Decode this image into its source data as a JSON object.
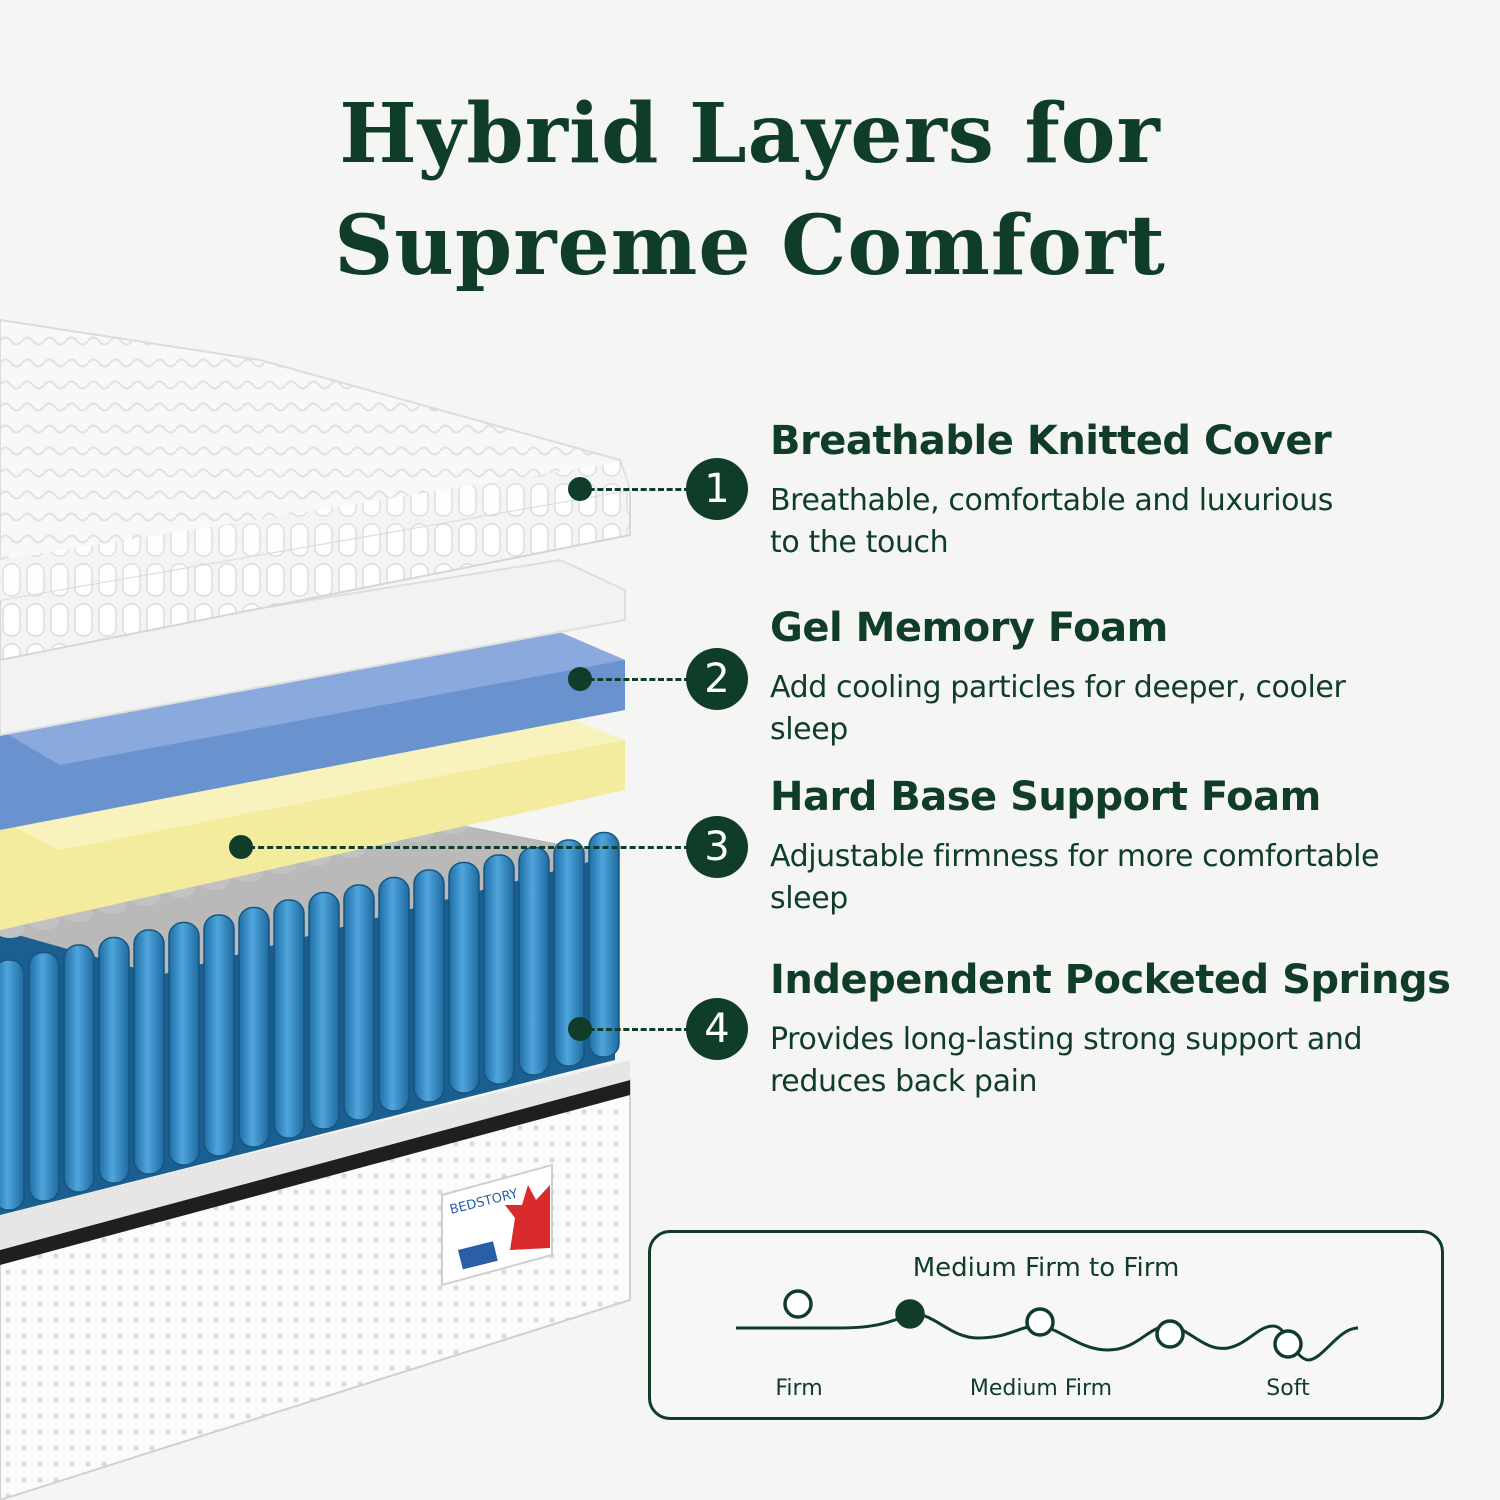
{
  "header": {
    "title_line1": "Hybrid Layers for",
    "title_line2": "Supreme Comfort"
  },
  "product": {
    "brand_label": "BEDSTORY"
  },
  "layers": [
    {
      "number": "1",
      "title": "Breathable Knitted Cover",
      "description": "Breathable, comfortable and luxurious to the touch"
    },
    {
      "number": "2",
      "title": "Gel Memory Foam",
      "description": "Add cooling particles for deeper, cooler sleep"
    },
    {
      "number": "3",
      "title": "Hard Base Support Foam",
      "description": "Adjustable firmness for more comfortable sleep"
    },
    {
      "number": "4",
      "title": "Independent Pocketed Springs",
      "description": "Provides long-lasting strong support and reduces back pain"
    }
  ],
  "firmness": {
    "title": "Medium Firm to Firm",
    "labels": {
      "firm": "Firm",
      "medium_firm": "Medium Firm",
      "soft": "Soft"
    },
    "scale_points": 5,
    "selected_point": 2
  },
  "colors": {
    "brand_green": "#0f3d2a",
    "gel_foam_blue": "#6b93cf",
    "support_foam_yellow": "#f4eda4",
    "spring_blue": "#2f86c2",
    "background": "#f5f5f4"
  }
}
